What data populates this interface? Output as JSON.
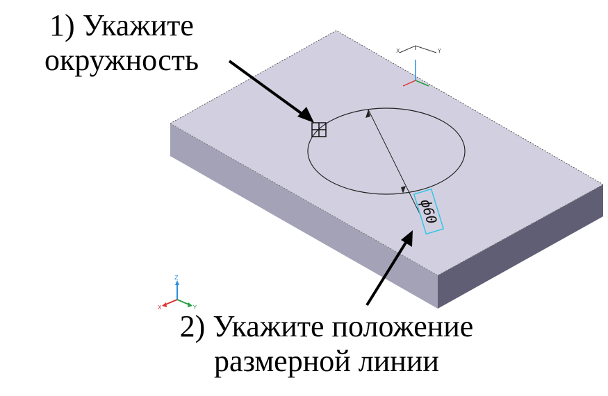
{
  "captions": {
    "step1": {
      "line1": "1) Укажите",
      "line2": "окружность"
    },
    "step2": {
      "line1": "2) Укажите положение",
      "line2": "размерной линии"
    }
  },
  "dimension": {
    "text": "ф60"
  },
  "axis_triad": {
    "x": "X",
    "y": "Y",
    "z": "Z"
  },
  "colors": {
    "plate_top": "#d2d0e0",
    "plate_front": "#9c9bb0",
    "plate_right": "#5e5d73",
    "dimension_highlight": "#33c6e6",
    "axis_x": "#e03030",
    "axis_y": "#20a040",
    "axis_z": "#2b8fe0"
  }
}
